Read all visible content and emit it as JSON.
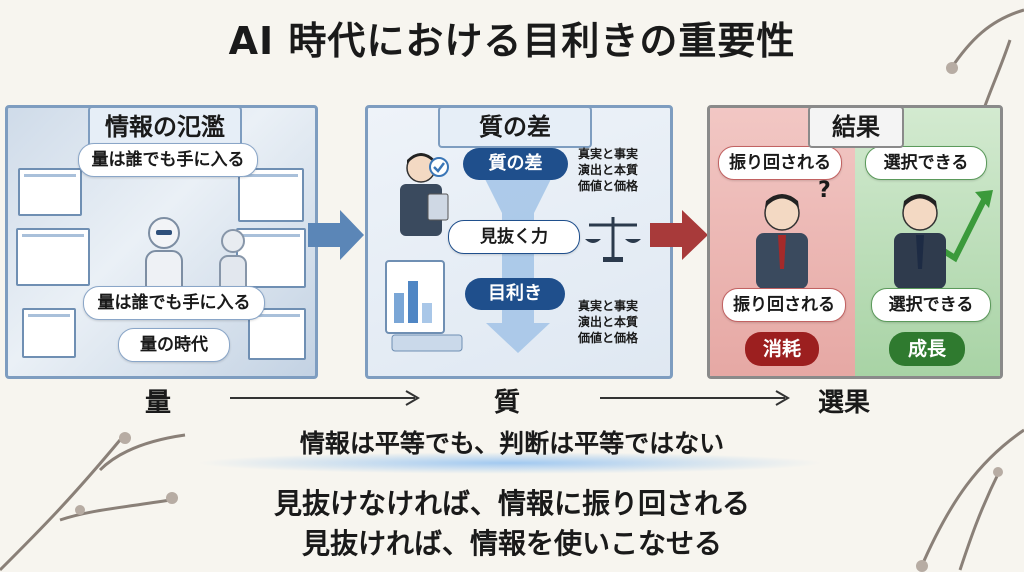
{
  "title": "AI 時代における目利きの重要性",
  "panels": {
    "flood": {
      "header": "情報の氾濫",
      "bubble_top": "量は誰でも手に入る",
      "bubble_mid": "量は誰でも手に入る",
      "bubble_bottom": "量の時代"
    },
    "quality": {
      "header": "質の差",
      "step1": "質の差",
      "step2": "見抜く力",
      "step3": "目利き",
      "list_top": "真実と事実\n演出と本質\n価値と価格",
      "list_bottom": "真実と事実\n演出と本質\n価値と価格"
    },
    "result": {
      "header": "結果",
      "bad_bubble_top": "振り回される",
      "bad_bubble_bottom": "振り回される",
      "bad_badge": "消耗",
      "good_bubble_top": "選択できる",
      "good_bubble_bottom": "選択できる",
      "good_badge": "成長"
    }
  },
  "axis": {
    "left": "量",
    "middle": "質",
    "right": "選果"
  },
  "slogan": "情報は平等でも、判断は平等ではない",
  "conclusion": {
    "line1": "見抜けなければ、情報に振り回される",
    "line2": "見抜ければ、情報を使いこなせる"
  },
  "colors": {
    "blue_border": "#7e9dc0",
    "dark_blue": "#1f4f8c",
    "red_badge": "#9c1f1f",
    "green_badge": "#2f7a2f"
  }
}
